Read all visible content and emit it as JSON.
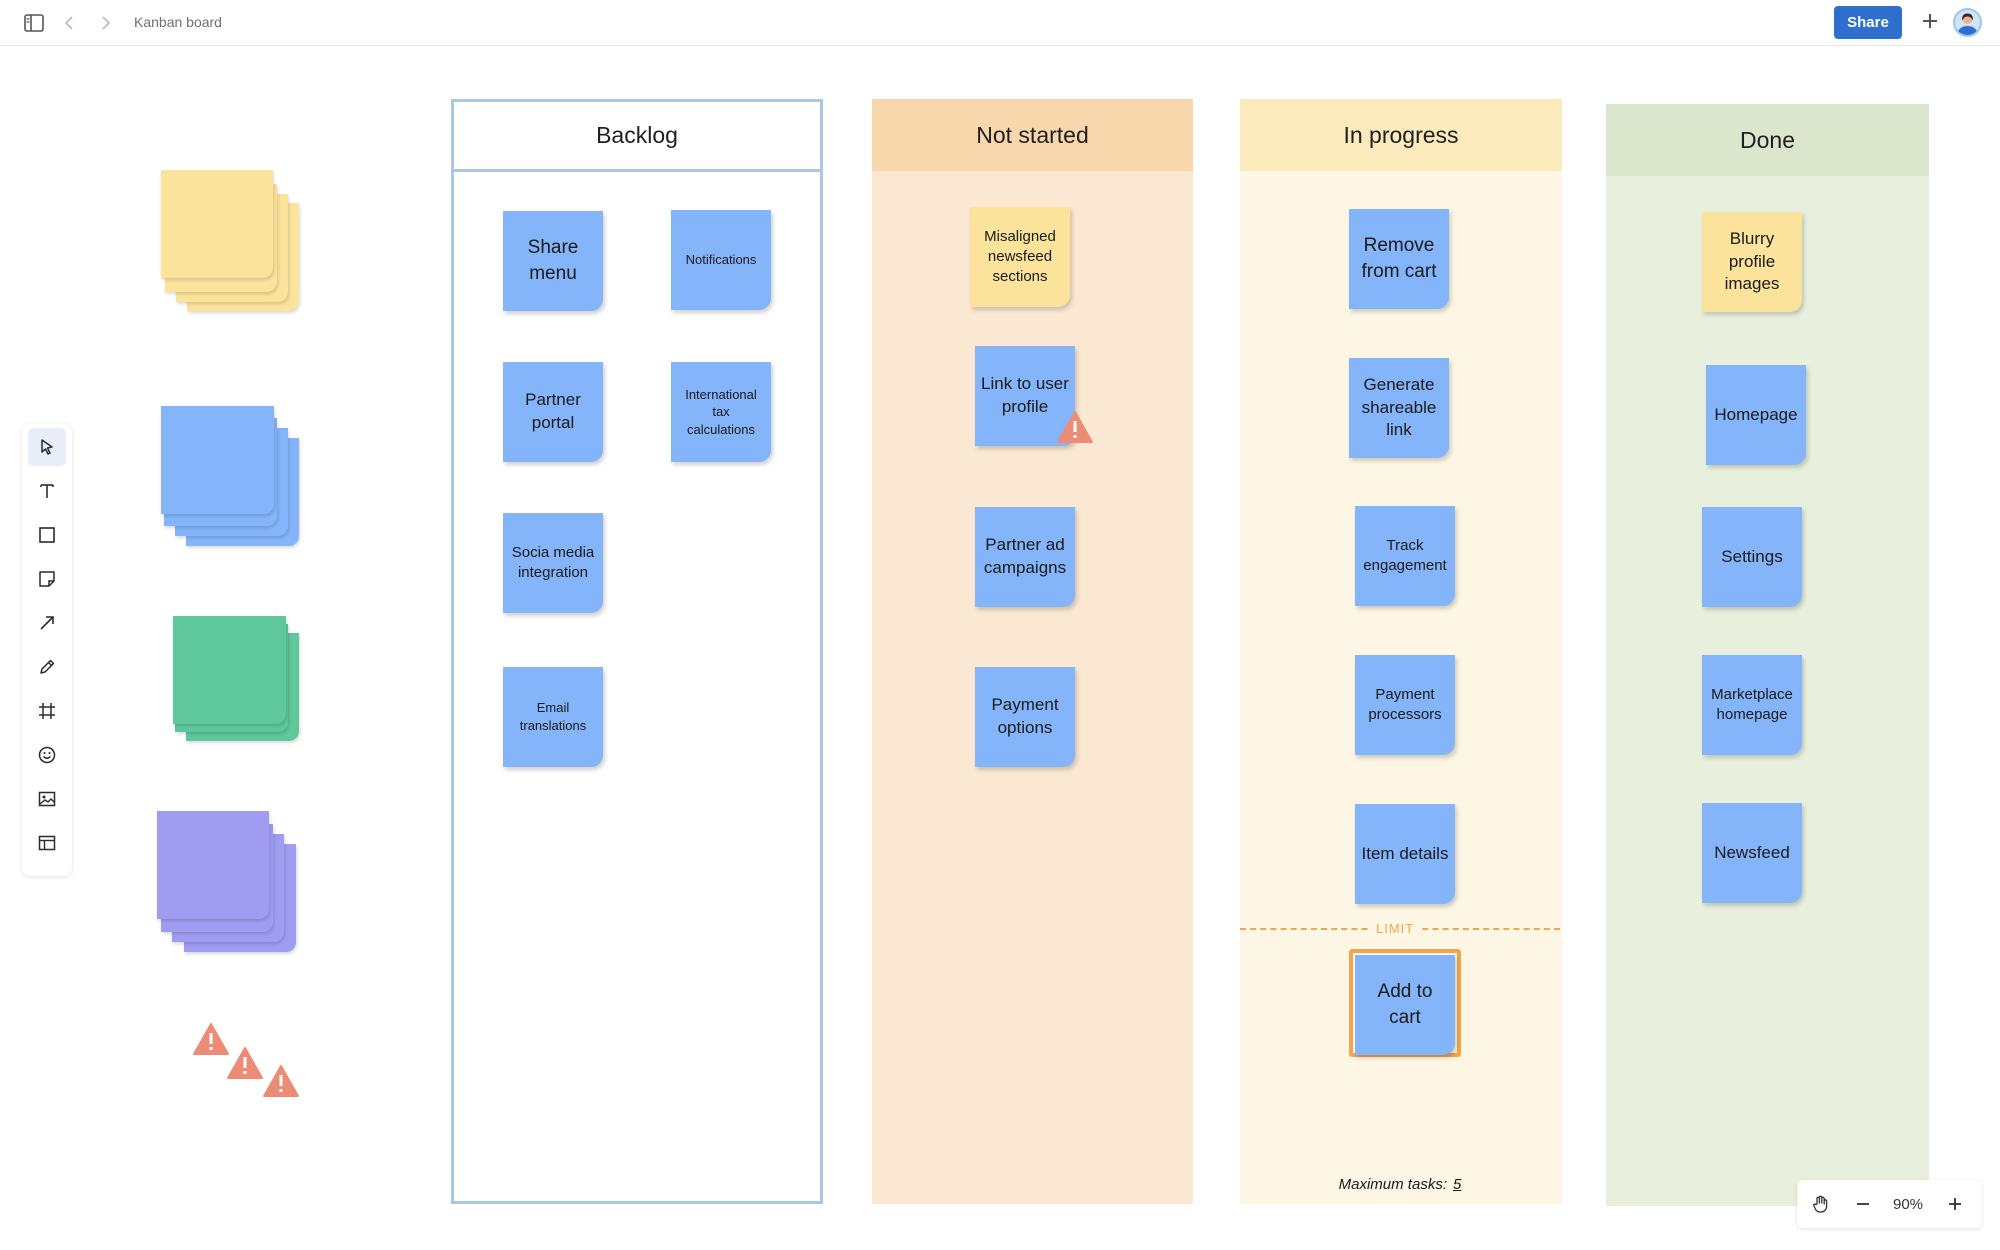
{
  "header": {
    "title": "Kanban board",
    "share_label": "Share"
  },
  "icons": {
    "sidebar": "sidebar-toggle-icon",
    "back": "chevron-left-icon",
    "forward": "chevron-right-icon",
    "add": "plus-icon",
    "warning": "warning-triangle-icon"
  },
  "tools": [
    "select",
    "text",
    "rectangle",
    "sticky-note",
    "arrow",
    "pen",
    "frame",
    "emoji",
    "image",
    "table"
  ],
  "colors": {
    "accent": "#2e6fce",
    "note_blue": "#84b5fa",
    "note_yellow": "#fbe39b",
    "note_green": "#5ec89c",
    "note_purple": "#a09cf2",
    "warning": "#ec8c76",
    "limit": "#f0a64c",
    "backlog_border": "#a9c8e6",
    "not_started_header": "#f8d7ad",
    "not_started_body": "#fbe8d2",
    "in_progress_header": "#fbeabb",
    "in_progress_body": "#fdf6e4",
    "done_header": "#dce6cc",
    "done_body": "#e8f0dd"
  },
  "columns": {
    "backlog": {
      "title": "Backlog",
      "cards": [
        {
          "text": "Share menu",
          "color": "blue"
        },
        {
          "text": "Notifications",
          "color": "blue"
        },
        {
          "text": "Partner portal",
          "color": "blue"
        },
        {
          "text": "International tax calculations",
          "color": "blue"
        },
        {
          "text": "Socia media integration",
          "color": "blue"
        },
        {
          "text": "Email translations",
          "color": "blue"
        }
      ]
    },
    "not_started": {
      "title": "Not started",
      "cards": [
        {
          "text": "Misaligned newsfeed sections",
          "color": "yellow"
        },
        {
          "text": "Link to user profile",
          "color": "blue"
        },
        {
          "text": "Partner ad campaigns",
          "color": "blue"
        },
        {
          "text": "Payment options",
          "color": "blue"
        }
      ]
    },
    "in_progress": {
      "title": "In progress",
      "cards": [
        {
          "text": "Remove from cart",
          "color": "blue"
        },
        {
          "text": "Generate shareable link",
          "color": "blue"
        },
        {
          "text": "Track engagement",
          "color": "blue"
        },
        {
          "text": "Payment processors",
          "color": "blue"
        },
        {
          "text": "Item details",
          "color": "blue"
        },
        {
          "text": "Add to cart",
          "color": "blue"
        }
      ],
      "limit_label": "LIMIT",
      "max_tasks_label": "Maximum tasks:",
      "max_tasks_value": "5"
    },
    "done": {
      "title": "Done",
      "cards": [
        {
          "text": "Blurry profile images",
          "color": "yellow"
        },
        {
          "text": "Homepage",
          "color": "blue"
        },
        {
          "text": "Settings",
          "color": "blue"
        },
        {
          "text": "Marketplace homepage",
          "color": "blue"
        },
        {
          "text": "Newsfeed",
          "color": "blue"
        }
      ]
    }
  },
  "zoom": {
    "value": "90%"
  }
}
